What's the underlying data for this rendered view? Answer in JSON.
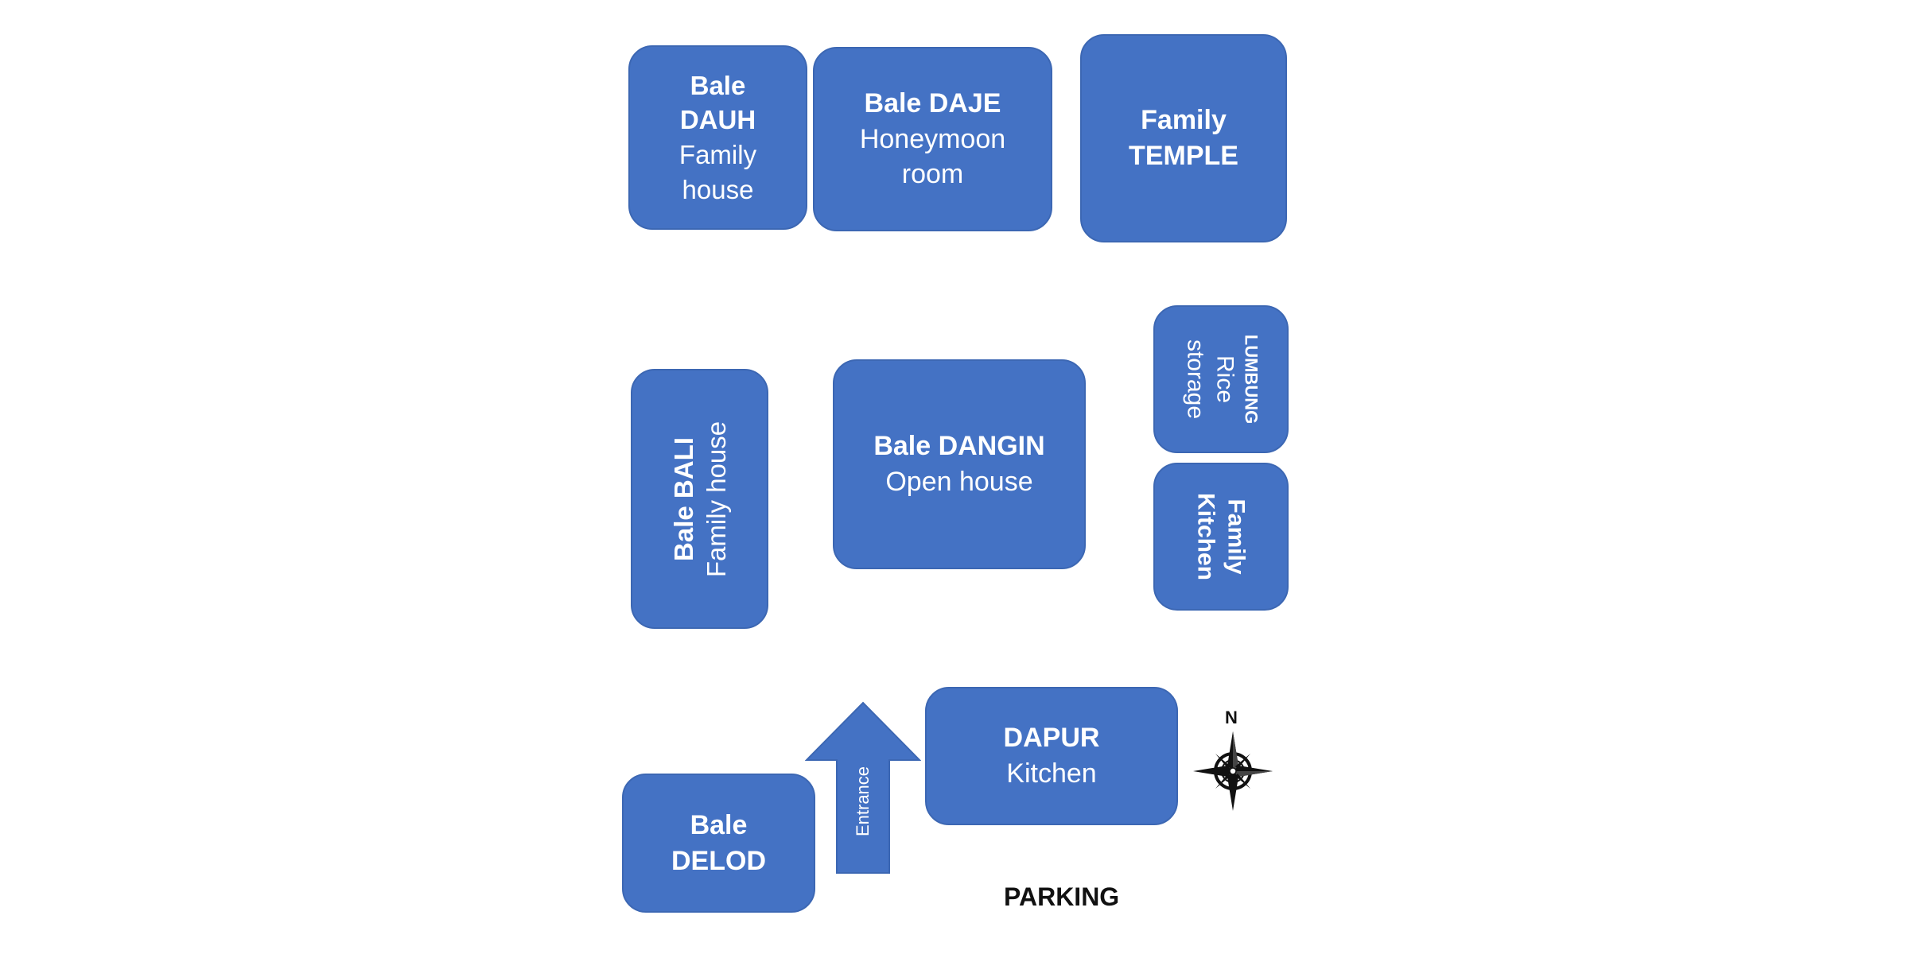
{
  "colors": {
    "block_fill": "#4472c4",
    "block_border": "#3c67b3",
    "text": "#ffffff",
    "outside_text": "#111111"
  },
  "blocks": {
    "dauh": {
      "line1": "Bale",
      "line2": "DAUH",
      "line3": "Family",
      "line4": "house"
    },
    "daje": {
      "line1": "Bale DAJE",
      "line2": "Honeymoon",
      "line3": "room"
    },
    "temple": {
      "line1": "Family",
      "line2": "TEMPLE"
    },
    "lumbung": {
      "line1": "LUMBUNG",
      "line2": "Rice",
      "line3": "storage"
    },
    "family_kitchen": {
      "line1": "Family",
      "line2": "Kitchen"
    },
    "bali": {
      "line1": "Bale BALI",
      "line2": "Family house"
    },
    "dangin": {
      "line1": "Bale DANGIN",
      "line2": "Open house"
    },
    "dapur": {
      "line1": "DAPUR",
      "line2": "Kitchen"
    },
    "delod": {
      "line1": "Bale",
      "line2": "DELOD"
    }
  },
  "entrance": {
    "label": "Entrance"
  },
  "parking": {
    "label": "PARKING"
  },
  "compass": {
    "north_label": "N",
    "icon": "compass-rose-icon"
  }
}
